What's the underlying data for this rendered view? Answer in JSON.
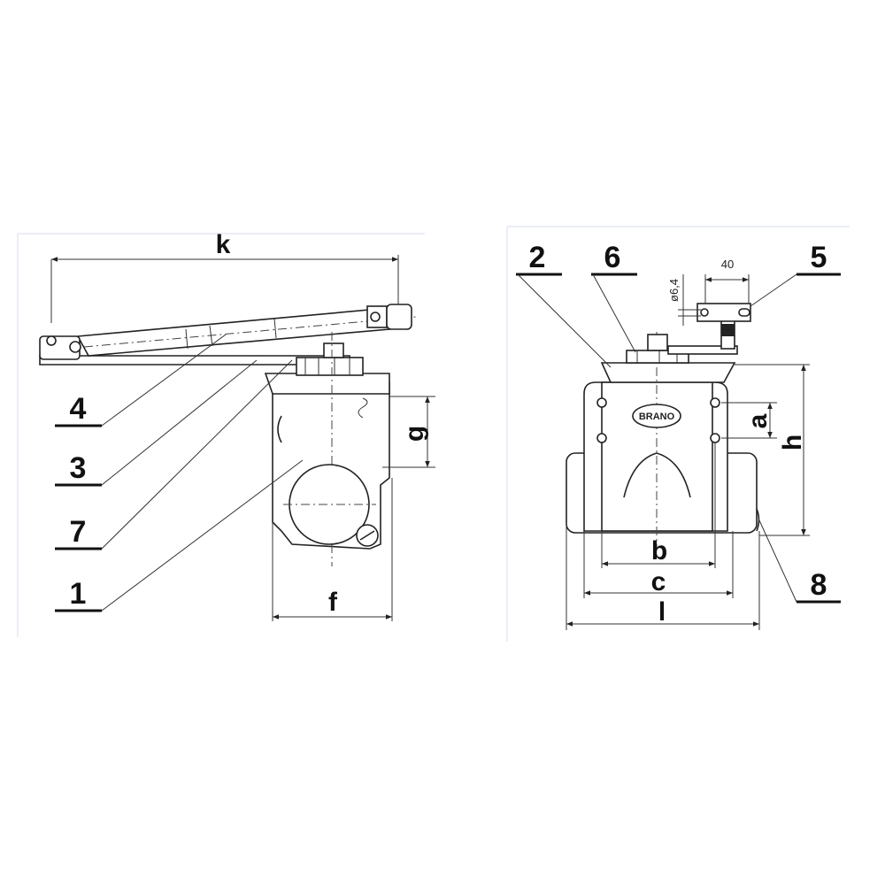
{
  "side_view": {
    "dimension_labels": {
      "k": "k",
      "g": "g",
      "f": "f"
    },
    "callouts": [
      "4",
      "3",
      "7",
      "1"
    ]
  },
  "front_view": {
    "dimension_labels": {
      "a": "a",
      "h": "h",
      "b": "b",
      "c": "c",
      "l": "l"
    },
    "callouts": [
      "2",
      "6",
      "5",
      "8"
    ],
    "hole_diameter": "ø6,4",
    "bracket_width": "40",
    "logo_text": "BRANO"
  }
}
